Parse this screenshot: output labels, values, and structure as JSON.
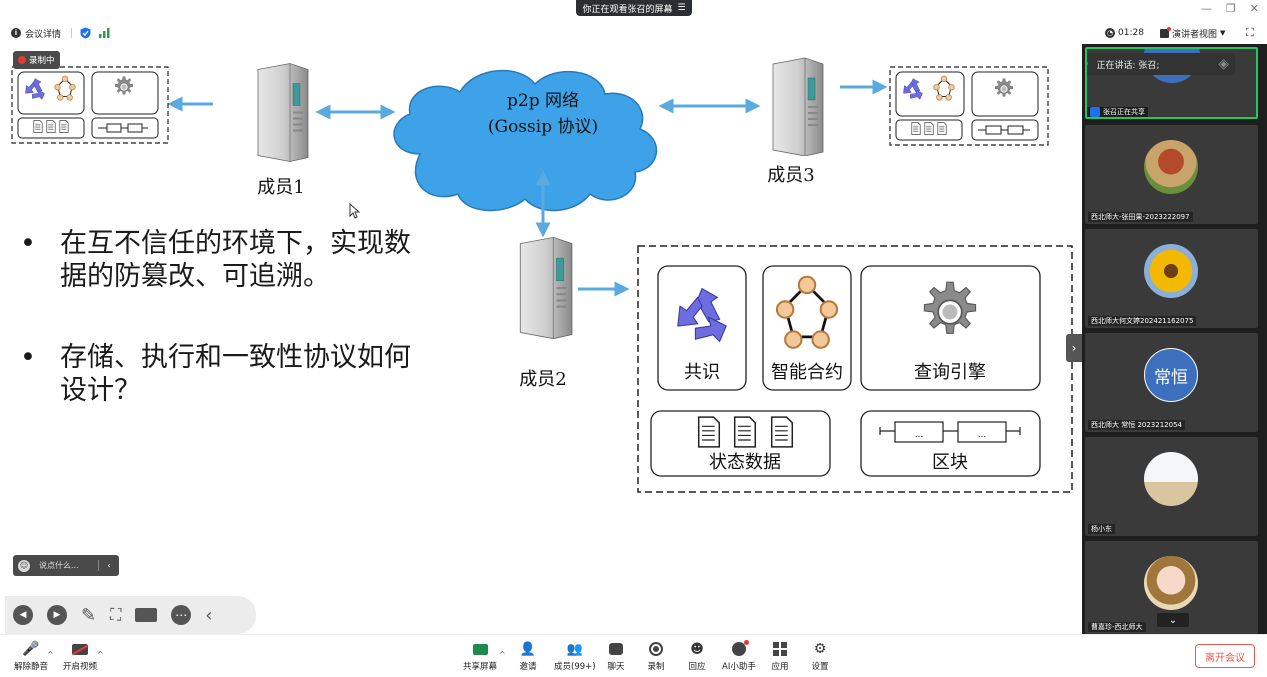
{
  "banner": {
    "text": "你正在观看张召的屏幕"
  },
  "infobar": {
    "meeting_details": "会议详情",
    "timer": "01:28",
    "view_mode": "演讲者视图"
  },
  "slide": {
    "recording": "录制中",
    "cloud_line1": "p2p 网络",
    "cloud_line2": "(Gossip 协议)",
    "member1": "成员1",
    "member2": "成员2",
    "member3": "成员3",
    "modules": {
      "consensus": "共识",
      "contract": "智能合约",
      "query": "查询引擎",
      "state": "状态数据",
      "block": "区块"
    },
    "bullet1_line1": "在互不信任的环境下，实现数",
    "bullet1_line2": "据的防篡改、可追溯。",
    "bullet2_line1": "存储、执行和一致性协议如何",
    "bullet2_line2": "设计？",
    "block_dots": "...",
    "bullet_mark": "•"
  },
  "chat": {
    "placeholder": "说点什么..."
  },
  "panel": {
    "speaking_label": "正在讲话: 张召;",
    "sharing_label": "张召正在共享",
    "participants": [
      {
        "name": "西北师大-张田果-2023222097"
      },
      {
        "name": "西北师大何文婷202421162075"
      },
      {
        "name": "西北师大 常恒 2023212054",
        "initials": "常恒"
      },
      {
        "name": "杨小东"
      },
      {
        "name": "曹嘉珍-西北师大"
      }
    ]
  },
  "toolbar": {
    "unmute": "解除静音",
    "start_video": "开启视频",
    "share_screen": "共享屏幕",
    "invite": "邀请",
    "members": "成员(99+)",
    "chat": "聊天",
    "record": "录制",
    "reactions": "回应",
    "ai_assistant": "AI小助手",
    "apps": "应用",
    "settings": "设置",
    "leave": "离开会议"
  },
  "colors": {
    "accent": "#1a73e8",
    "leave": "#e35b4e",
    "cloud": "#3da2e8",
    "arrow": "#5aaae0"
  }
}
